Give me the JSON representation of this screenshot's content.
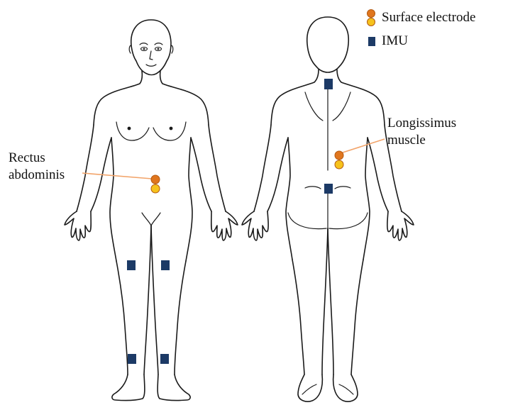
{
  "legend": {
    "electrode_label": "Surface electrode",
    "imu_label": "IMU"
  },
  "annotations": {
    "rectus_line1": "Rectus",
    "rectus_line2": "abdominis",
    "longissimus_line1": "Longissimus",
    "longissimus_line2": "muscle"
  },
  "colors": {
    "electrode_top": "#e0761e",
    "electrode_bottom": "#f6c21c",
    "electrode_stroke": "#b35a12",
    "imu": "#1c3a66",
    "leader_line": "#f2a46a",
    "outline": "#1a1a1a"
  },
  "markers": {
    "front_view": {
      "electrodes": [
        "rectus-abdominis"
      ],
      "imus": [
        "left-thigh",
        "right-thigh",
        "left-shank",
        "right-shank"
      ]
    },
    "back_view": {
      "electrodes": [
        "longissimus"
      ],
      "imus": [
        "upper-back",
        "sacrum"
      ]
    }
  }
}
